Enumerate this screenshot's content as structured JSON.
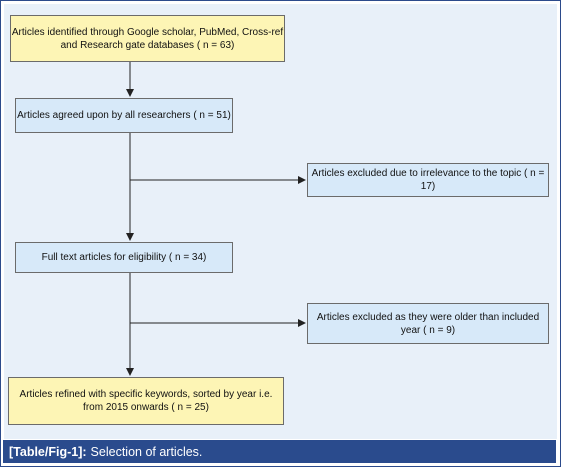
{
  "flowchart": {
    "identified": "Articles identified through Google scholar, PubMed, Cross-ref and Research gate databases ( n = 63)",
    "agreed": "Articles agreed upon by all researchers ( n = 51)",
    "excluded_irrelevance": "Articles excluded due to irrelevance to the topic ( n = 17)",
    "full_text": "Full text articles for eligibility ( n = 34)",
    "excluded_older": "Articles excluded as they were older than included year ( n = 9)",
    "refined": "Articles refined with specific keywords, sorted by year i.e. from 2015 onwards ( n = 25)"
  },
  "caption": {
    "label": "[Table/Fig-1]:",
    "text": "Selection of articles."
  },
  "colors": {
    "start_end_box": "#fdf5b5",
    "process_box": "#d7e9f9",
    "caption_bar": "#2a4b8d",
    "panel_background": "#e8f0f9"
  }
}
